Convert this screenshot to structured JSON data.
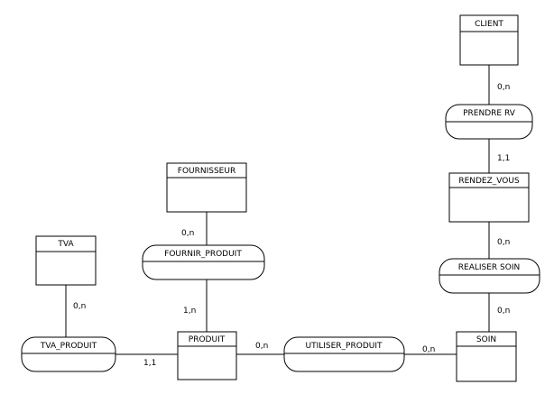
{
  "entities": {
    "client": "CLIENT",
    "rendez_vous": "RENDEZ_VOUS",
    "fournisseur": "FOURNISSEUR",
    "tva": "TVA",
    "produit": "PRODUIT",
    "soin": "SOIN"
  },
  "relations": {
    "prendre_rv": "PRENDRE RV",
    "realiser_soin": "REALISER SOIN",
    "fournir_produit": "FOURNIR_PRODUIT",
    "tva_produit": "TVA_PRODUIT",
    "utiliser_produit": "UTILISER_PRODUIT"
  },
  "cardinalities": {
    "client_prendre_rv": "0,n",
    "prendre_rv_rendez_vous": "1,1",
    "rendez_vous_realiser_soin": "0,n",
    "realiser_soin_soin": "0,n",
    "fournisseur_fournir_produit": "0,n",
    "fournir_produit_produit": "1,n",
    "tva_tva_produit": "0,n",
    "tva_produit_produit": "1,1",
    "produit_utiliser_produit": "0,n",
    "utiliser_produit_soin": "0,n"
  }
}
